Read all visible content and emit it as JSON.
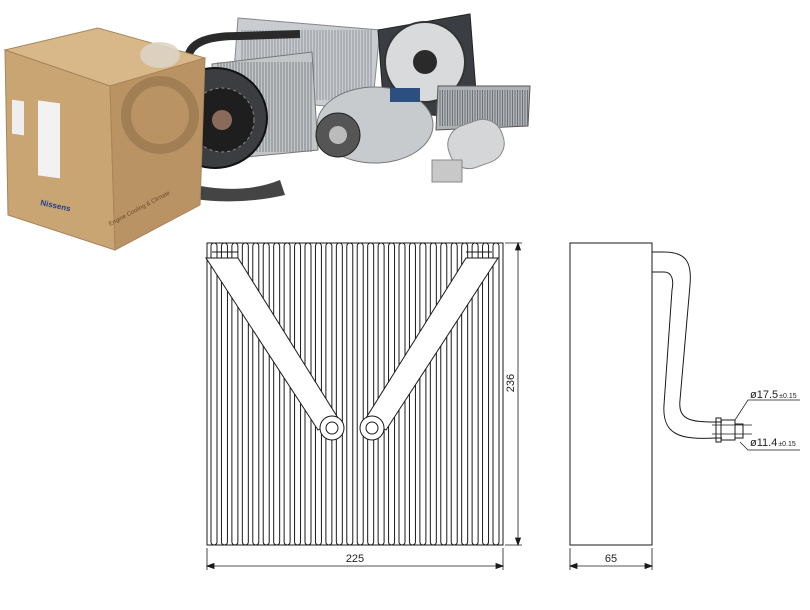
{
  "photo": {
    "box_brand": "Nissens",
    "box_tagline": "Engine Cooling & Climate",
    "colors": {
      "cardboard": "#c9a574",
      "cardboard_dark": "#a9855a",
      "metal": "#b8bcc0"
    }
  },
  "drawing": {
    "front_view": {
      "width_label": "225",
      "height_label": "236",
      "fin_count": 28
    },
    "side_view": {
      "depth_label": "65"
    },
    "pipe_outer": {
      "diameter": "ø17.5",
      "tolerance": "±0.15"
    },
    "pipe_inner": {
      "diameter": "ø11.4",
      "tolerance": "±0.15"
    },
    "line_color": "#1a1a1a"
  }
}
